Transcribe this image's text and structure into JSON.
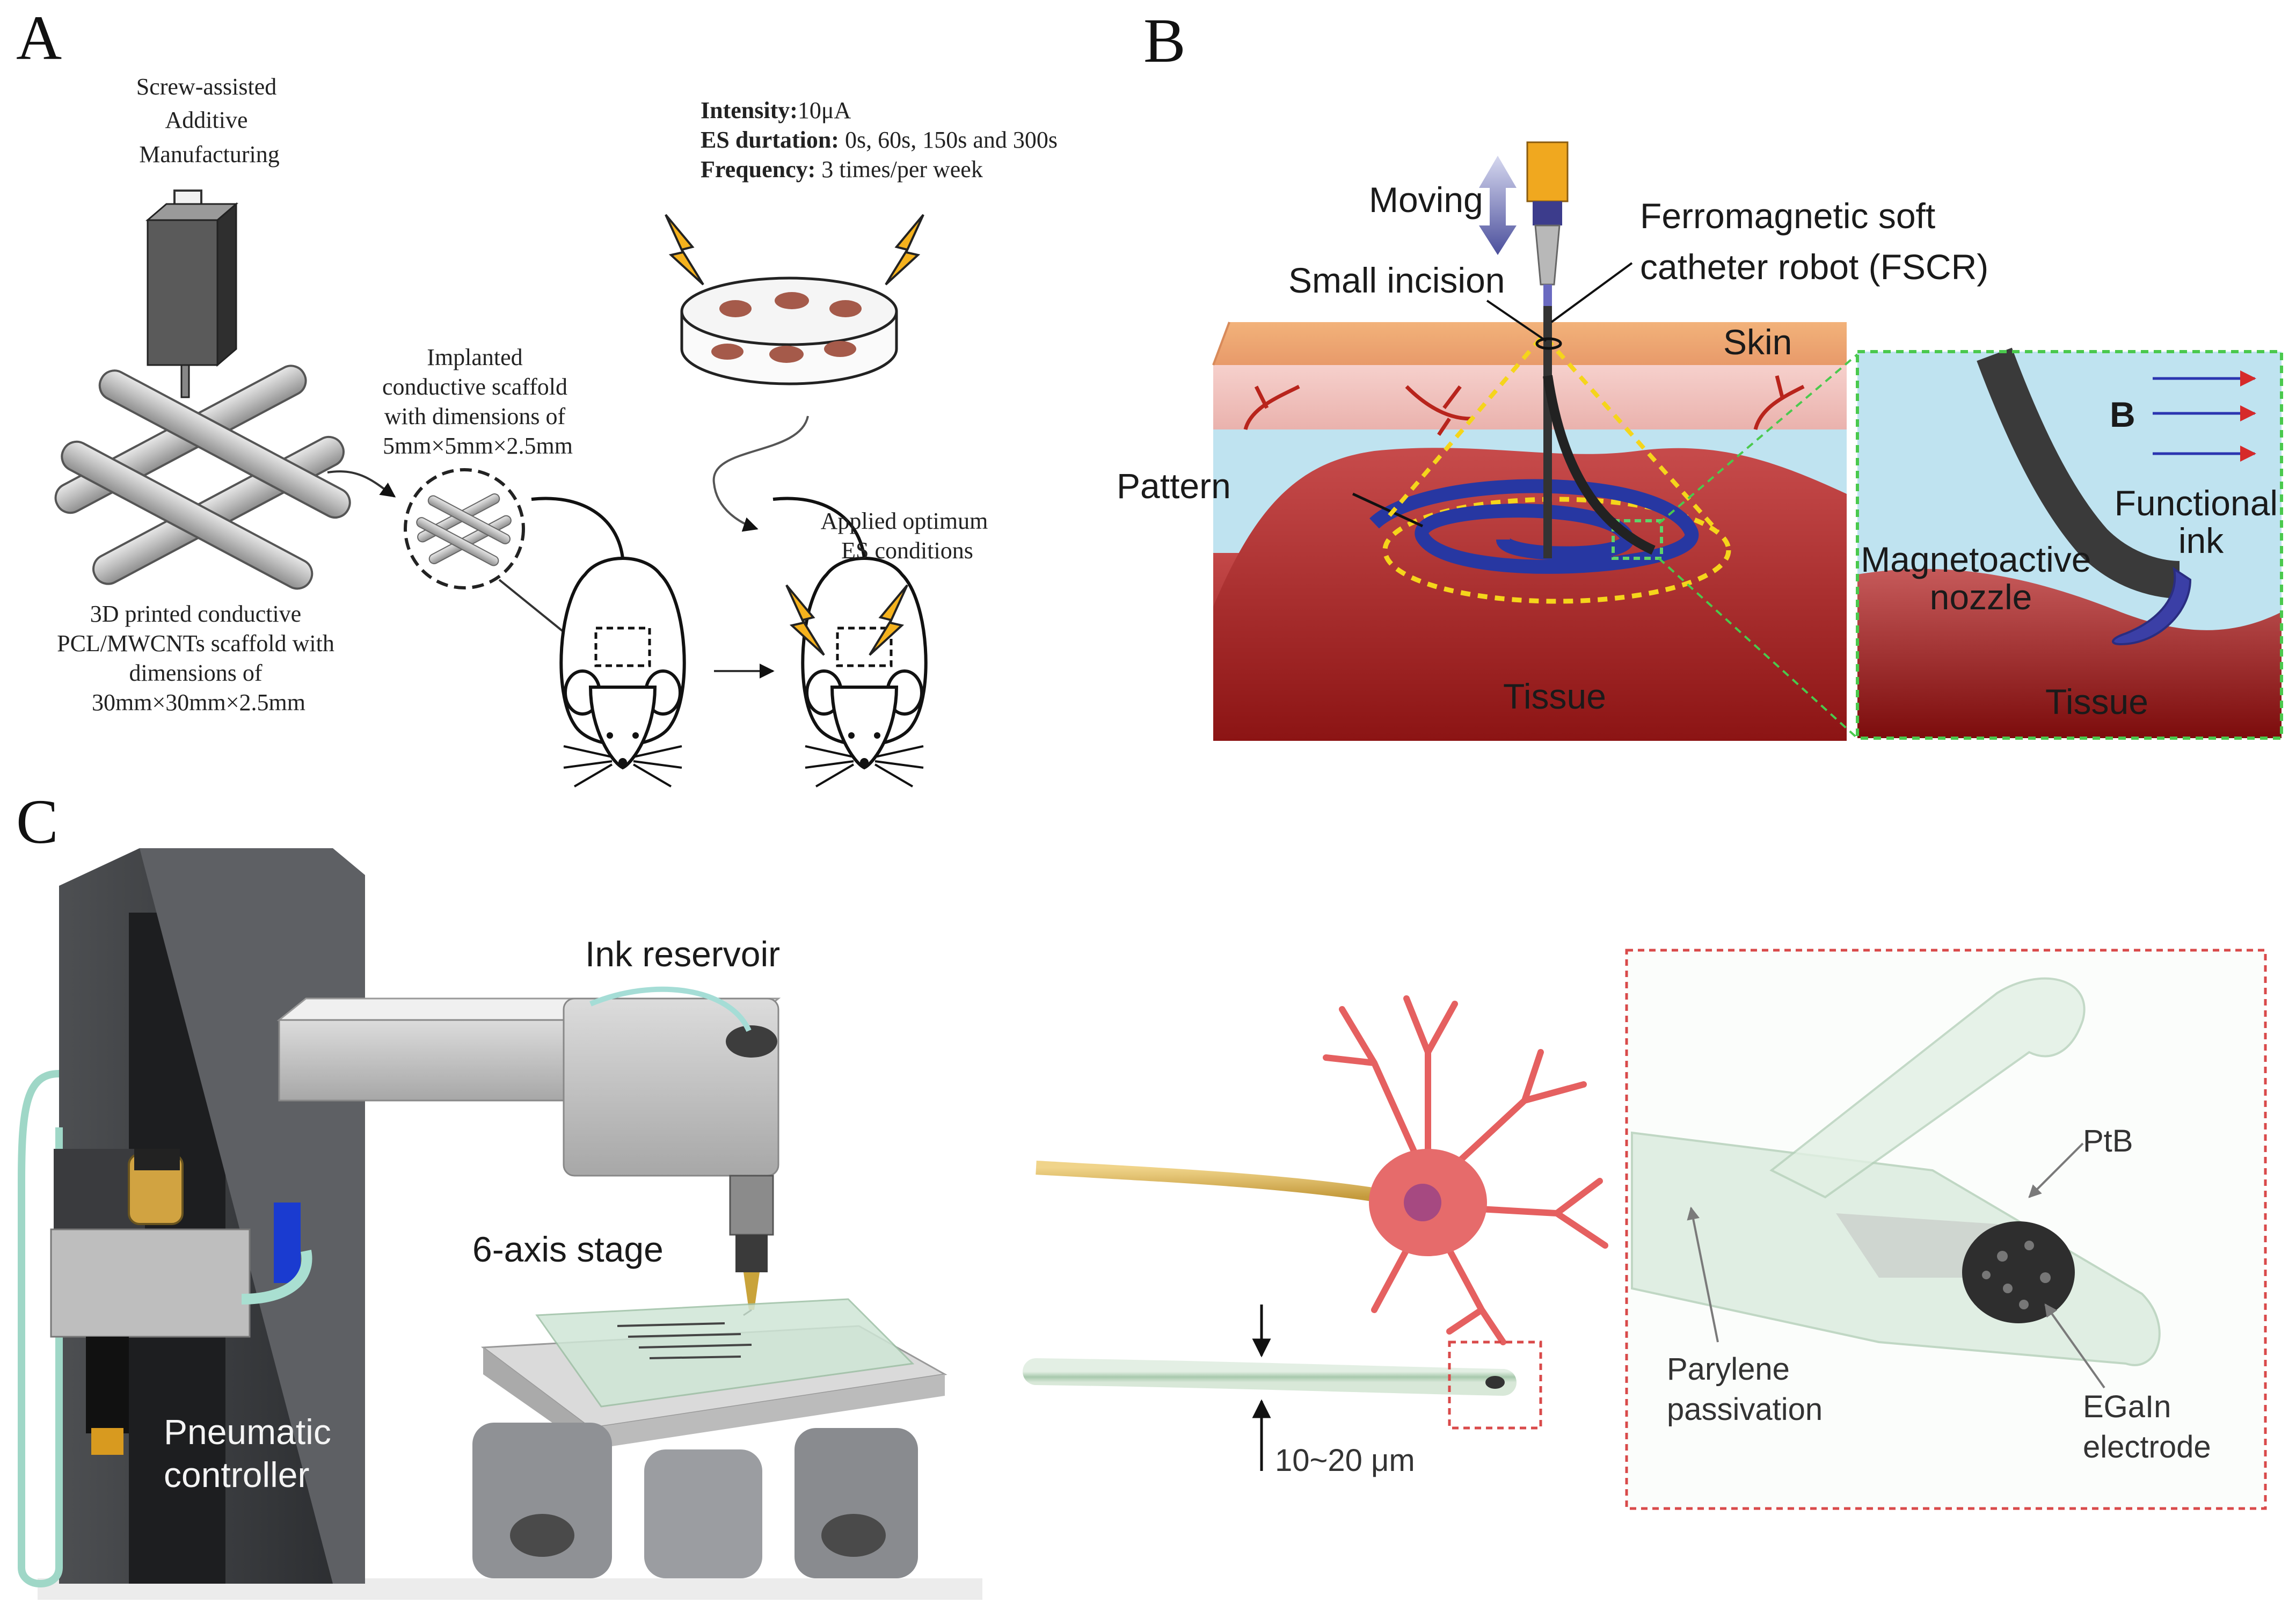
{
  "panels": {
    "a": {
      "letter": "A",
      "screw_title": [
        "Screw-assisted",
        "Additive",
        "Manufacturing"
      ],
      "es_params": [
        {
          "key": "Intensity:",
          "value": "10μA"
        },
        {
          "key": "ES durtation:",
          "value": " 0s, 60s, 150s and 300s"
        },
        {
          "key": "Frequency:",
          "value": " 3 times/per week"
        }
      ],
      "implanted_label": [
        "Implanted",
        "conductive scaffold",
        "with dimensions of",
        "5mm×5mm×2.5mm"
      ],
      "printed_label": [
        "3D printed conductive",
        "PCL/MWCNTs  scaffold with",
        "dimensions of",
        "30mm×30mm×2.5mm"
      ],
      "applied_label": [
        "Applied optimum",
        "ES conditions"
      ]
    },
    "b": {
      "letter": "B",
      "moving": "Moving",
      "small_incision": "Small incision",
      "fscr": [
        "Ferromagnetic soft",
        "catheter robot (FSCR)"
      ],
      "skin": "Skin",
      "pattern": "Pattern",
      "tissue_left": "Tissue",
      "field": "B",
      "functional_ink": [
        "Functional",
        "ink"
      ],
      "magnetoactive_nozzle": [
        "Magnetoactive",
        "nozzle"
      ],
      "tissue_right": "Tissue"
    },
    "c": {
      "letter": "C",
      "ink_reservoir": "Ink reservoir",
      "six_axis_stage": "6-axis stage",
      "pneumatic_controller": [
        "Pneumatic",
        "controller"
      ],
      "thickness": "10~20 μm",
      "ptb": "PtB",
      "parylene": [
        "Parylene",
        "passivation"
      ],
      "egain": [
        "EGaIn",
        "electrode"
      ]
    }
  }
}
